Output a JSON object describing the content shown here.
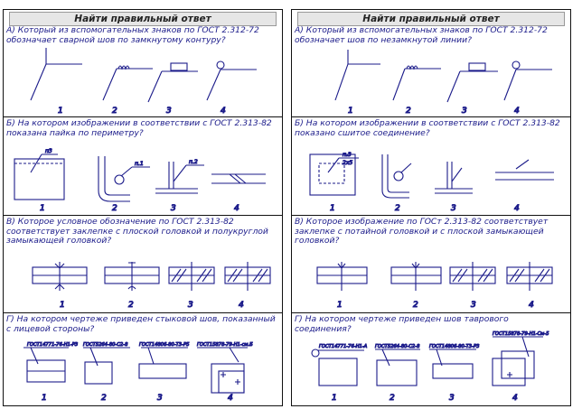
{
  "left": {
    "title": "Найти правильный ответ",
    "q_a": "А) Который из вспомогательных знаков по ГОСТ 2.312-72 обозначает сварной шов по замкнутому контуру?",
    "q_b": "Б) На котором изображении в соответствии с ГОСТ 2.313-82 показана пайка по периметру?",
    "q_v": "В) Которое условное обозначение по ГОСТ 2.313-82 соответствует заклепке с плоской головкой и полукруглой замыкающей головкой?",
    "q_g": "Г)  На котором чертеже приведен стыковой шов, показанный с лицевой стороны?",
    "nums": [
      "1",
      "2",
      "3",
      "4"
    ],
    "b_labels": [
      "п3",
      "п.2",
      "п.1"
    ],
    "g_standards": [
      "ГОСТ14771-76-Н1-РЗ",
      "ГОСТ5264-80-С2-8",
      "ГОСТ14806-80-Т3-Р5",
      "ГОСТ15878-79-Н1-см.Б"
    ]
  },
  "right": {
    "title": "Найти правильный ответ",
    "q_a": "А)  Который из вспомогательных знаков по ГОСТ 2.312-72 обозначает шов по незамкнутой линии?",
    "q_b": "Б) На котором изображении в соответствии с ГОСТ 2.313-82 показано сшитое соединение?",
    "q_v": "В) Которое изображение по ГОСт 2.313-82 соответствует заклепке с потайной головкой и с плоской замыкающей головкой?",
    "q_g": "Г) На котором чертеже приведен шов тавровогo соединения?",
    "nums": [
      "1",
      "2",
      "3",
      "4"
    ],
    "b_labels": [
      "п.3",
      "2х5"
    ],
    "g_standards": [
      "ГОСТ14771-76-Н1-А",
      "ГОСТ5264-80-С2-8",
      "ГОСТ14806-80-Т3-Р3",
      "ГОСТ15878-79-Н1-См-5"
    ]
  }
}
